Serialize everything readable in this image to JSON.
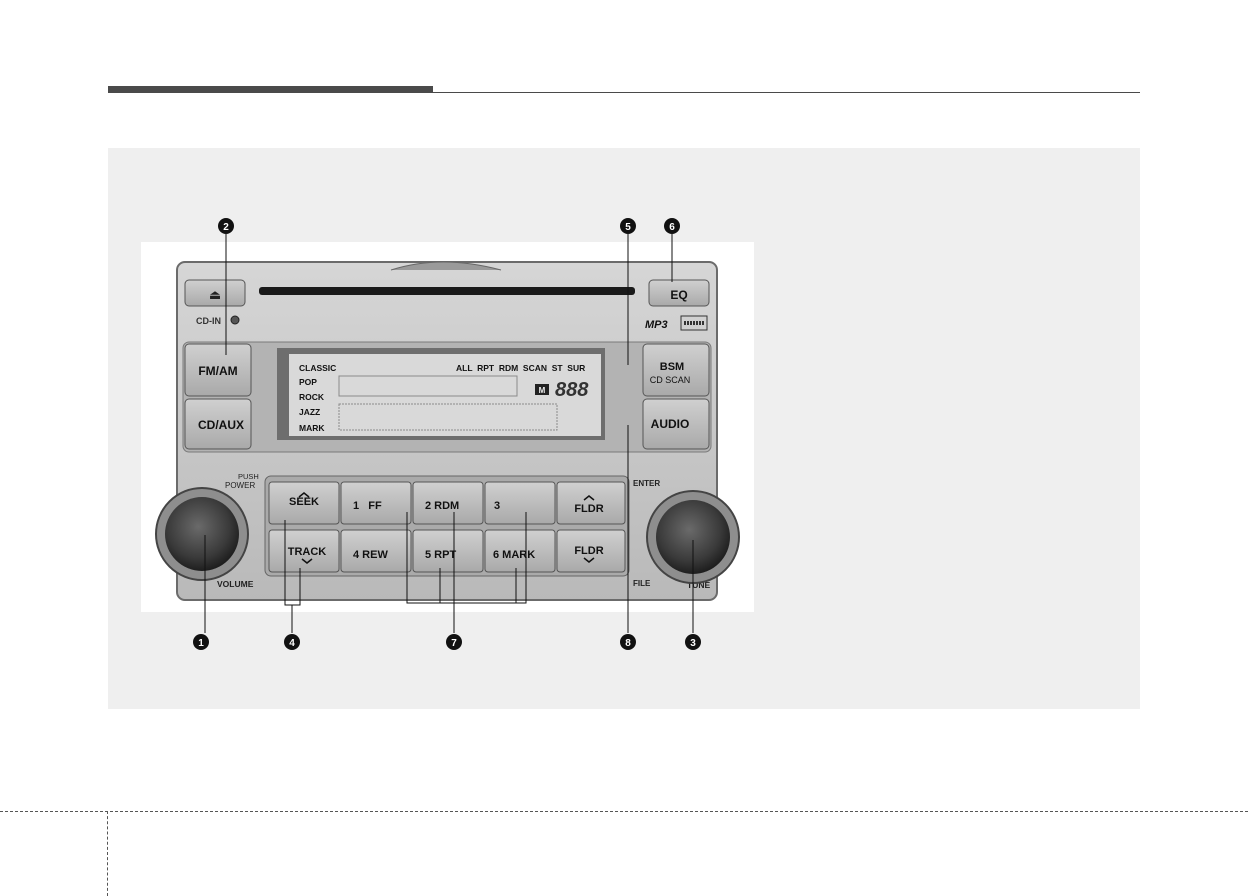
{
  "radio": {
    "eject_symbol": "⏏",
    "cd_in": "CD-IN",
    "fm_am": "FM/AM",
    "cd_aux": "CD/AUX",
    "eq": "EQ",
    "mp3": "MP3",
    "bsm": "BSM",
    "cd_scan": "CD SCAN",
    "audio": "AUDIO",
    "push_power_1": "PUSH",
    "push_power_2": "POWER",
    "volume": "VOLUME",
    "enter": "ENTER",
    "file": "FILE",
    "tune": "TUNE",
    "seek": "SEEK",
    "track": "TRACK",
    "fldr_up": "FLDR",
    "fldr_down": "FLDR",
    "preset_1": "1   FF",
    "preset_2": "2 RDM",
    "preset_3": "3",
    "preset_4": "4 REW",
    "preset_5": "5 RPT",
    "preset_6": "6 MARK"
  },
  "display": {
    "classic": "CLASSIC",
    "pop": "POP",
    "rock": "ROCK",
    "jazz": "JAZZ",
    "mark": "MARK",
    "status": "ALL  RPT  RDM  SCAN  ST  SUR",
    "m_badge": "M",
    "digits": "888"
  },
  "callouts": {
    "c1": "1",
    "c2": "2",
    "c3": "3",
    "c4": "4",
    "c5": "5",
    "c6": "6",
    "c7": "7",
    "c8": "8"
  },
  "colors": {
    "panel_bg": "#efefef",
    "unit_body": "#c9c9c9",
    "button": "#bdbdbd",
    "lcd": "#d9d9d9",
    "callout": "#111111"
  }
}
